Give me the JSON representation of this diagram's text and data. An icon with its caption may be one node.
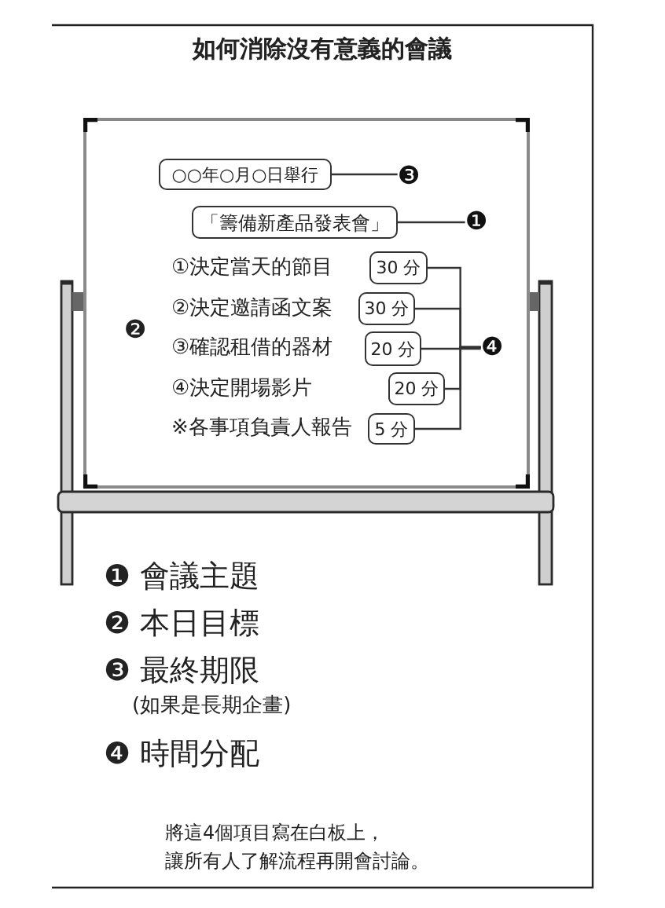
{
  "diagram": {
    "title": "如何消除沒有意義的會議",
    "nodes": [
      {
        "text": [],
        "shape": "box"
      },
      {
        "text": [
          "○○年○月○日舉行"
        ],
        "in": 0
      },
      {
        "text": [
          "❸"
        ],
        "in": 0
      },
      {
        "text": [
          "「籌備新產品發表會」"
        ],
        "in": 0
      },
      {
        "text": [
          "❶"
        ],
        "in": 0
      },
      {
        "text": [
          "30 分"
        ],
        "in": 0
      },
      {
        "text": [
          "30 分"
        ],
        "in": 0
      },
      {
        "text": [
          "20 分"
        ],
        "in": 0
      },
      {
        "text": [
          "20 分"
        ],
        "in": 0
      },
      {
        "text": [
          "5 分"
        ],
        "in": 0
      },
      {
        "text": [
          "❹"
        ],
        "in": 0
      }
    ],
    "edges": [
      {
        "from": 1,
        "to": 2,
        "arrow": "none"
      },
      {
        "from": 3,
        "to": 4,
        "arrow": "none"
      },
      {
        "from": 5,
        "to": 10,
        "arrow": "none"
      },
      {
        "from": 6,
        "to": 10,
        "arrow": "none"
      },
      {
        "from": 7,
        "to": 10,
        "arrow": "none"
      },
      {
        "from": 8,
        "to": 10,
        "arrow": "none"
      },
      {
        "from": 9,
        "to": 10,
        "arrow": "none"
      }
    ],
    "labels": [
      "❷",
      "①決定當天的節目",
      "②決定邀請函文案",
      "③確認租借的器材",
      "④決定開場影片",
      "※各事項負責人報告",
      "❶ 會議主題",
      "❷ 本日目標",
      "❸ 最終期限",
      "(如果是長期企畫)",
      "❹ 時間分配",
      "將這4個項目寫在白板上，",
      "讓所有人了解流程再開會討論。"
    ]
  }
}
